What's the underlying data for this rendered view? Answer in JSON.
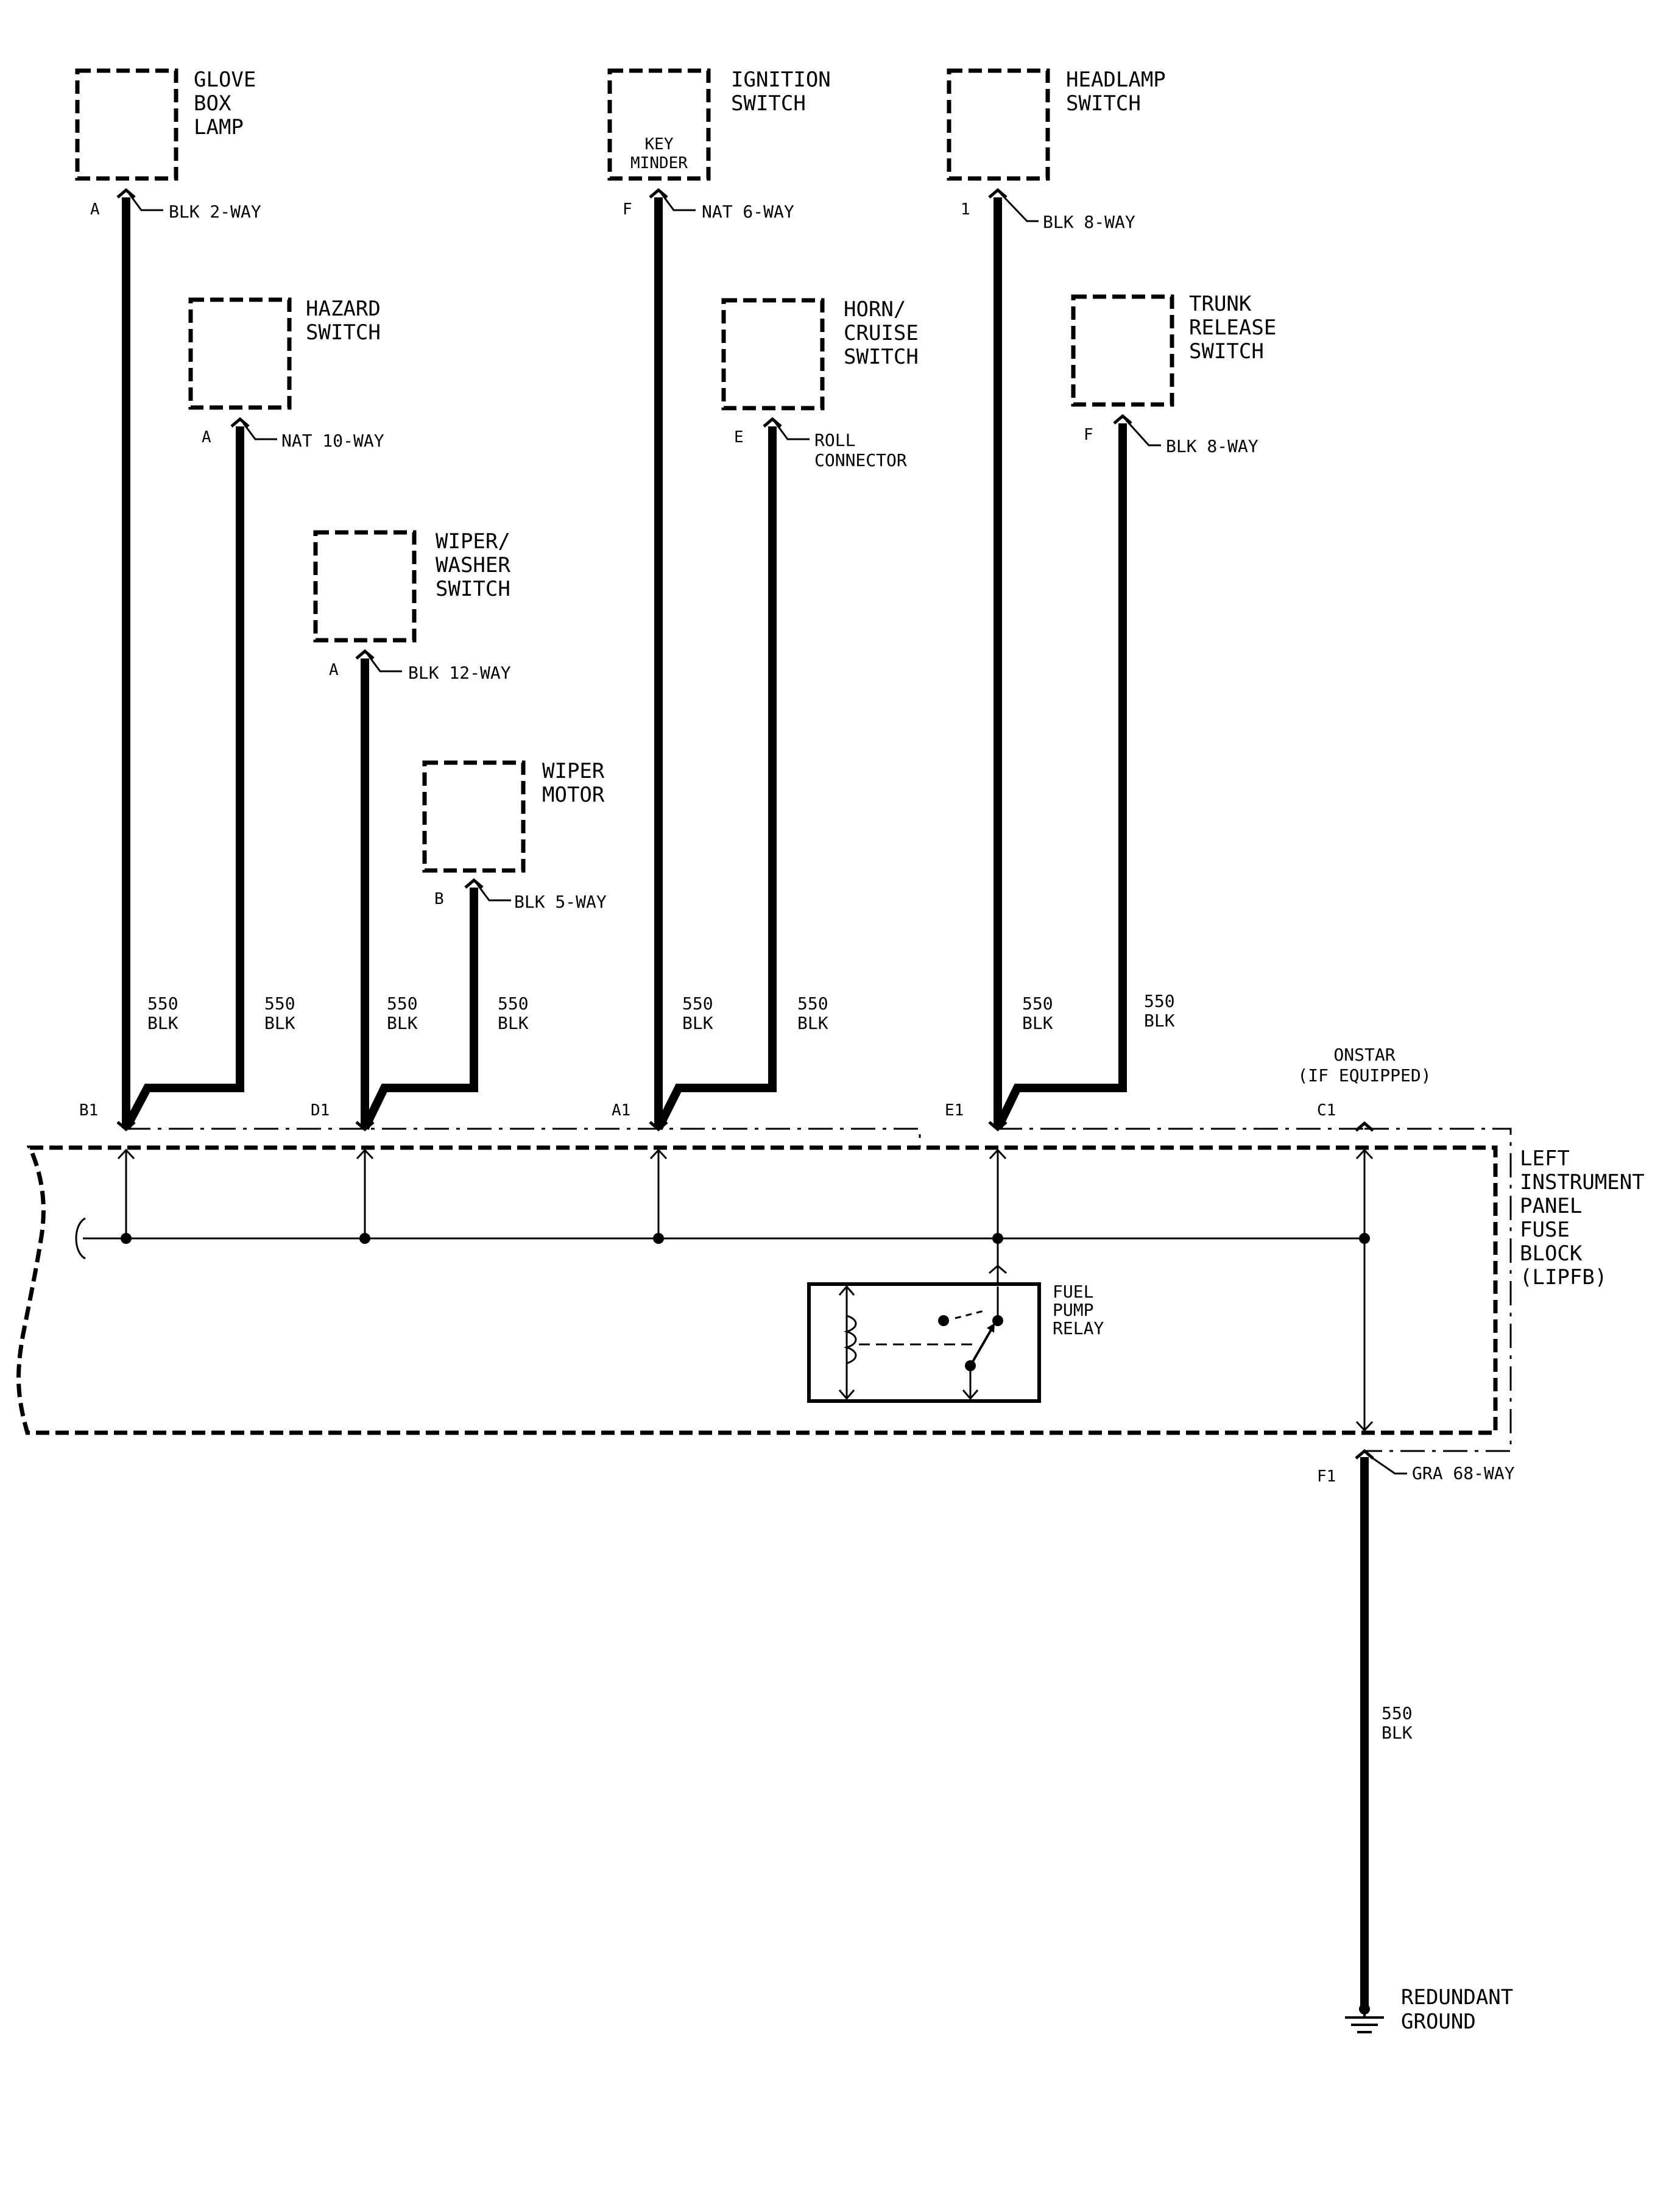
{
  "components": {
    "glove_box_lamp": {
      "lines": [
        "GLOVE",
        "BOX",
        "LAMP"
      ],
      "pin": "A",
      "connector": "BLK 2-WAY"
    },
    "hazard_switch": {
      "lines": [
        "HAZARD",
        "SWITCH"
      ],
      "pin": "A",
      "connector": "NAT 10-WAY"
    },
    "wiper_washer_switch": {
      "lines": [
        "WIPER/",
        "WASHER",
        "SWITCH"
      ],
      "pin": "A",
      "connector": "BLK 12-WAY"
    },
    "wiper_motor": {
      "lines": [
        "WIPER",
        "MOTOR"
      ],
      "pin": "B",
      "connector": "BLK 5-WAY"
    },
    "ignition_switch": {
      "lines": [
        "IGNITION",
        "SWITCH"
      ],
      "inner": [
        "KEY",
        "MINDER"
      ],
      "pin": "F",
      "connector": "NAT 6-WAY"
    },
    "horn_cruise_switch": {
      "lines": [
        "HORN/",
        "CRUISE",
        "SWITCH"
      ],
      "pin": "E",
      "connector_lines": [
        "ROLL",
        "CONNECTOR"
      ]
    },
    "headlamp_switch": {
      "lines": [
        "HEADLAMP",
        "SWITCH"
      ],
      "pin": "1",
      "connector": "BLK 8-WAY"
    },
    "trunk_release_switch": {
      "lines": [
        "TRUNK",
        "RELEASE",
        "SWITCH"
      ],
      "pin": "F",
      "connector": "BLK 8-WAY"
    }
  },
  "wires": {
    "circuit": "550",
    "color": "BLK",
    "labels": [
      {
        "id": "w1",
        "circuit": "550",
        "color": "BLK"
      },
      {
        "id": "w2",
        "circuit": "550",
        "color": "BLK"
      },
      {
        "id": "w3",
        "circuit": "550",
        "color": "BLK"
      },
      {
        "id": "w4",
        "circuit": "550",
        "color": "BLK"
      },
      {
        "id": "w5",
        "circuit": "550",
        "color": "BLK"
      },
      {
        "id": "w6",
        "circuit": "550",
        "color": "BLK"
      },
      {
        "id": "w7",
        "circuit": "550",
        "color": "BLK"
      },
      {
        "id": "w8",
        "circuit": "550",
        "color": "BLK"
      },
      {
        "id": "w9",
        "circuit": "550",
        "color": "BLK"
      }
    ]
  },
  "fuse_block": {
    "lines": [
      "LEFT",
      "INSTRUMENT",
      "PANEL",
      "FUSE",
      "BLOCK",
      "(LIPFB)"
    ],
    "terminals": [
      "B1",
      "D1",
      "A1",
      "E1",
      "C1"
    ],
    "output_terminal": "F1",
    "output_connector": "GRA 68-WAY",
    "onstar_lines": [
      "ONSTAR",
      "(IF EQUIPPED)"
    ],
    "relay_lines": [
      "FUEL",
      "PUMP",
      "RELAY"
    ]
  },
  "ground": {
    "lines": [
      "REDUNDANT",
      "GROUND"
    ]
  }
}
